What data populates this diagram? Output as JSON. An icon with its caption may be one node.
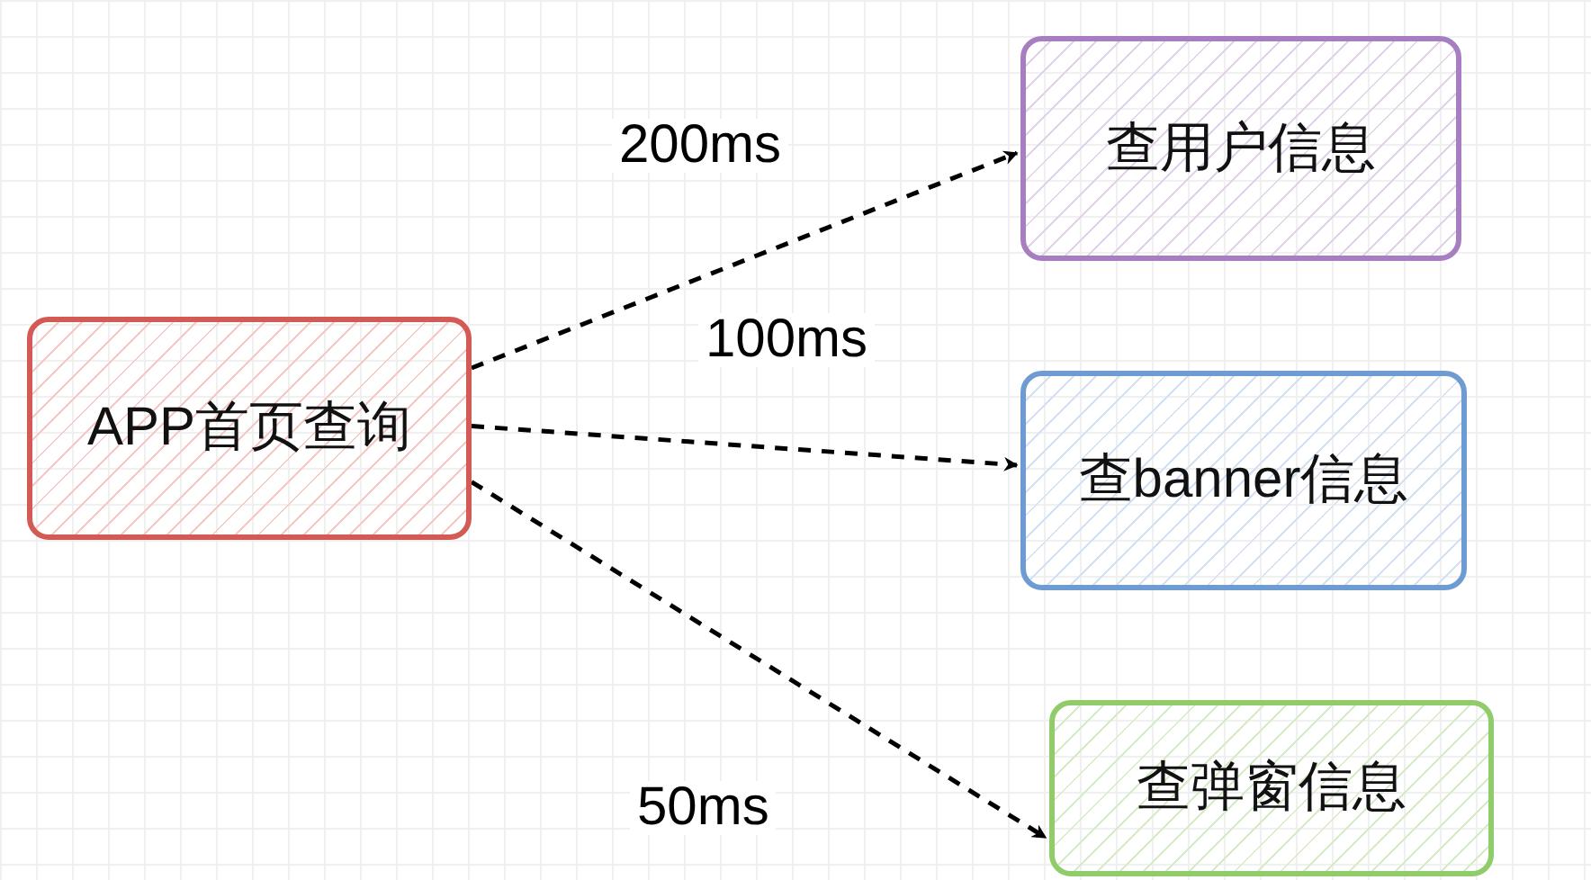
{
  "diagram": {
    "nodes": [
      {
        "text": [
          "APP首页查询"
        ]
      },
      {
        "text": [
          "查用户信息"
        ]
      },
      {
        "text": [
          "查banner信息"
        ]
      },
      {
        "text": [
          "查弹窗信息"
        ]
      }
    ],
    "edges": [
      {
        "from": 0,
        "to": 1,
        "arrow": "to",
        "label": "200ms",
        "style": "dashed"
      },
      {
        "from": 0,
        "to": 2,
        "arrow": "to",
        "label": "100ms",
        "style": "dashed"
      },
      {
        "from": 0,
        "to": 3,
        "arrow": "to",
        "label": "50ms",
        "style": "dashed"
      }
    ]
  }
}
